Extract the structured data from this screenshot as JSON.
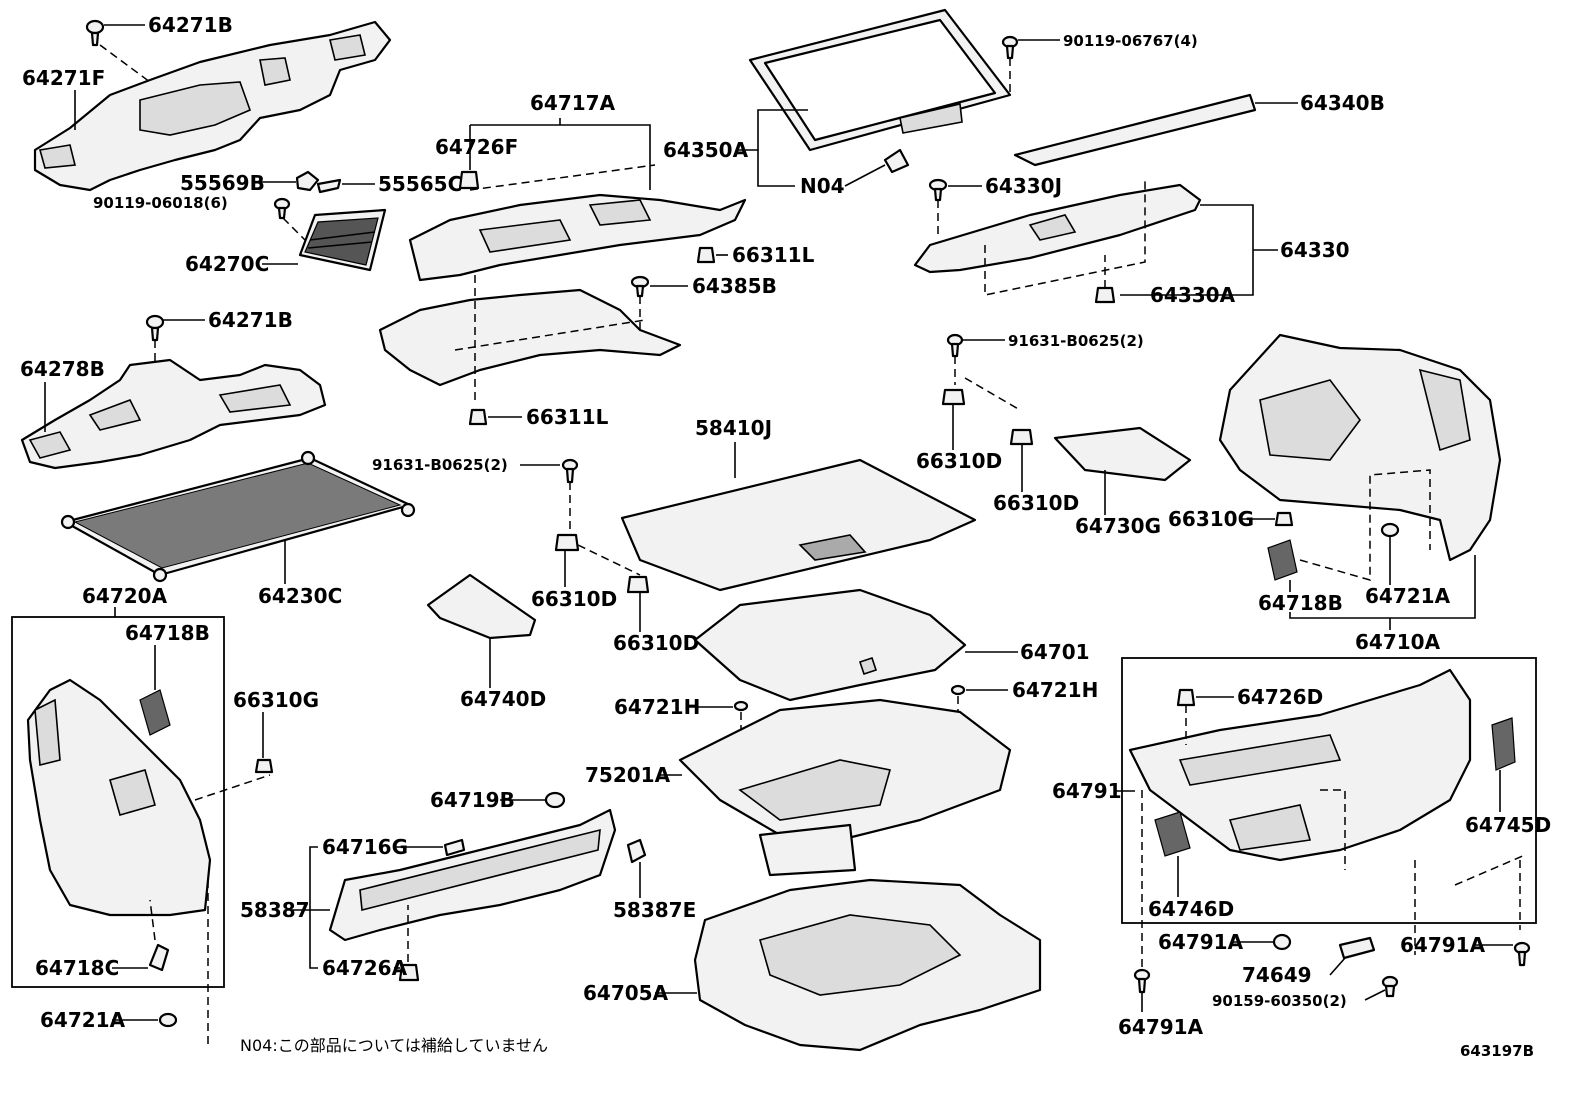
{
  "labels": {
    "l64271B_top": "64271B",
    "l64271F": "64271F",
    "l55569B": "55569B",
    "l55565C": "55565C",
    "l90119_06018": "90119-06018(6)",
    "l64270C": "64270C",
    "l64271B_mid": "64271B",
    "l64278B": "64278B",
    "l64230C": "64230C",
    "l64720A": "64720A",
    "l64718B_left": "64718B",
    "l66310G_left": "66310G",
    "l64718C": "64718C",
    "l64721A_left": "64721A",
    "l64717A": "64717A",
    "l64726F": "64726F",
    "l66311L_top": "66311L",
    "l64385B": "64385B",
    "l66311L_bot": "66311L",
    "l91631_mid": "91631-B0625(2)",
    "l66310D_mid1": "66310D",
    "l66310D_mid2": "66310D",
    "l64740D": "64740D",
    "l64719B": "64719B",
    "l64716G": "64716G",
    "l58387": "58387",
    "l58387E": "58387E",
    "l64726A": "64726A",
    "l64350A": "64350A",
    "lN04": "N04",
    "l90119_06767": "90119-06767(4)",
    "l64340B": "64340B",
    "l64330J": "64330J",
    "l64330": "64330",
    "l64330A": "64330A",
    "l58410J": "58410J",
    "l64701": "64701",
    "l64721H_left": "64721H",
    "l64721H_right": "64721H",
    "l75201A": "75201A",
    "l64705A": "64705A",
    "l91631_right": "91631-B0625(2)",
    "l66310D_r1": "66310D",
    "l66310D_r2": "66310D",
    "l64730G": "64730G",
    "l66310G_right": "66310G",
    "l64718B_right": "64718B",
    "l64721A_right": "64721A",
    "l64710A": "64710A",
    "l64726D": "64726D",
    "l64791": "64791",
    "l64745D": "64745D",
    "l64746D": "64746D",
    "l64791A_1": "64791A",
    "l64791A_2": "64791A",
    "l64791A_3": "64791A",
    "l74649": "74649",
    "l90159": "90159-60350(2)"
  },
  "note": "N04:この部品については補給していません",
  "diagram_id": "643197B"
}
